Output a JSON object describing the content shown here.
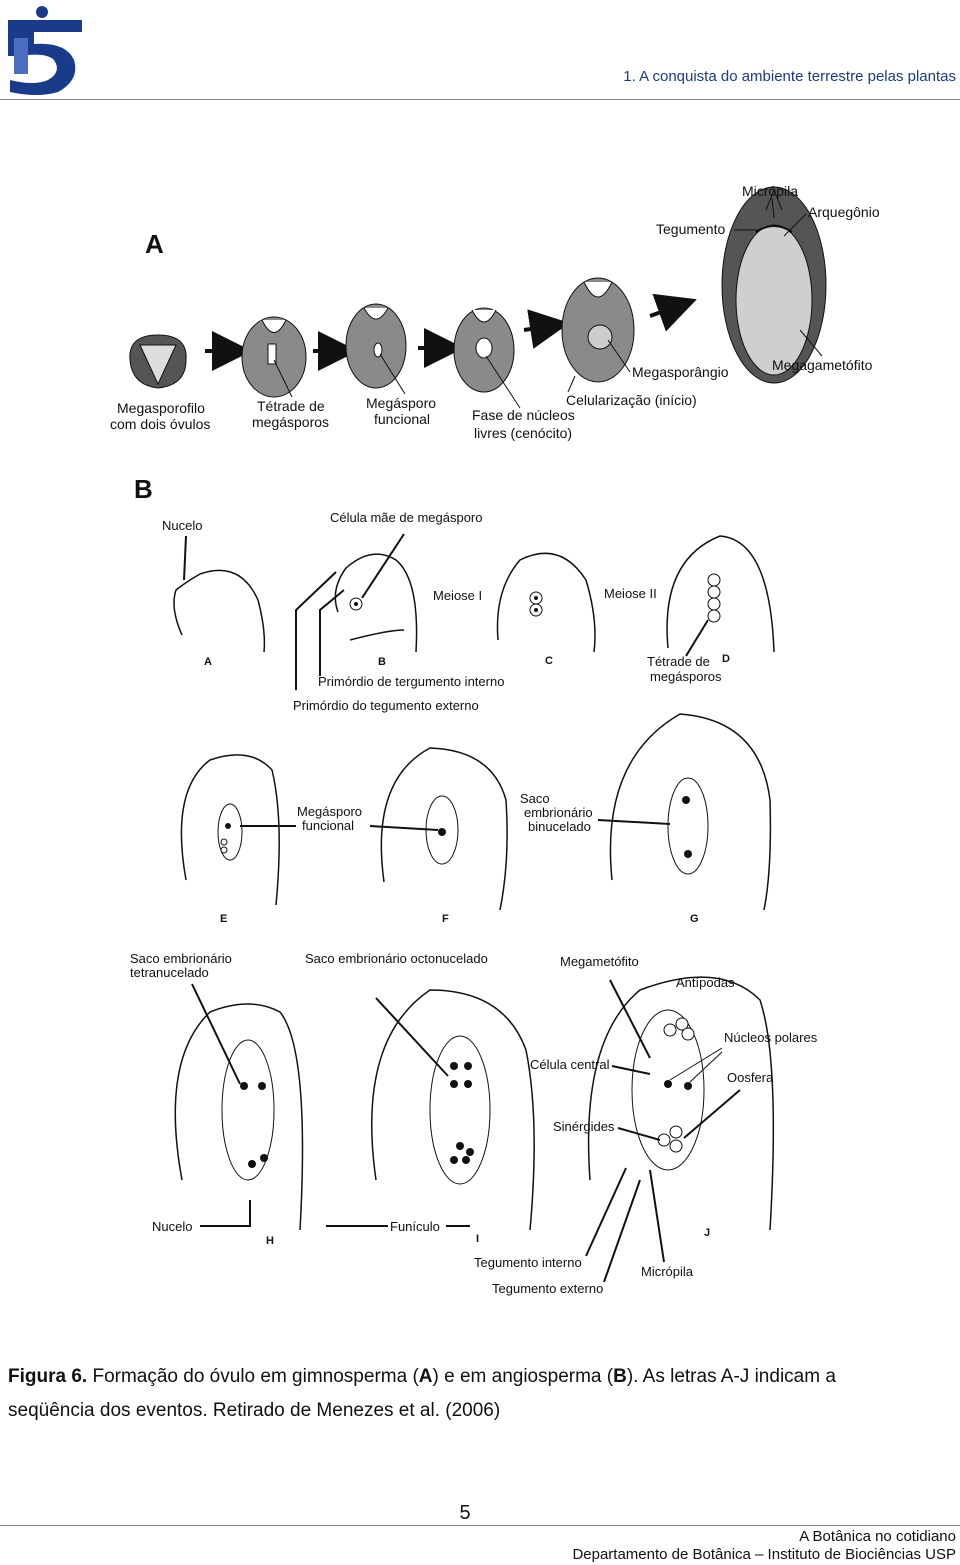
{
  "header": {
    "logo": "logo-icon",
    "title": "1. A conquista do ambiente terrestre pelas plantas"
  },
  "figure": {
    "panel_a": {
      "letter": "A",
      "labels": {
        "micropila": "Micrópila",
        "arquegonio": "Arquegônio",
        "tegumento": "Tegumento",
        "megasporangio": "Megasporângio",
        "megagametofito": "Megagametófito",
        "megasporofilo_1": "Megasporofilo",
        "megasporofilo_2": "com dois óvulos",
        "tetrade_1": "Tétrade de",
        "tetrade_2": "megásporos",
        "megasporo_1": "Megásporo",
        "megasporo_2": "funcional",
        "fase_1": "Fase de núcleos",
        "fase_2": "livres (cenócito)",
        "celularizacao": "Celularização (início)"
      }
    },
    "panel_b": {
      "letter": "B",
      "labels": {
        "nucelo_top": "Nucelo",
        "celula_mae": "Célula mãe de megásporo",
        "meiose_1": "Meiose I",
        "meiose_2": "Meiose II",
        "tetrade_1": "Tétrade de",
        "tetrade_2": "megásporos",
        "primordio_interno": "Primórdio de tergumento interno",
        "primordio_externo": "Primórdio do tegumento externo",
        "megasporo_1": "Megásporo",
        "megasporo_2": "funcional",
        "saco_1": "Saco",
        "saco_2": "embrionário",
        "saco_3": "binucelado",
        "tetranucelado_1": "Saco embrionário",
        "tetranucelado_2": "tetranucelado",
        "octonucelado": "Saco embrionário octonucelado",
        "megametofito": "Megametófito",
        "antipodas": "Antípodas",
        "nucleos_polares": "Núcleos polares",
        "celula_central": "Célula central",
        "oosfera": "Oosfera",
        "sinergides": "Sinérgides",
        "nucelo_bottom": "Nucelo",
        "funiculo": "Funículo",
        "tegumento_interno": "Tegumento interno",
        "tegumento_externo": "Tegumento externo",
        "micropila": "Micrópila"
      },
      "stage_letters": [
        "A",
        "B",
        "C",
        "D",
        "E",
        "F",
        "G",
        "H",
        "I",
        "J"
      ]
    }
  },
  "caption": {
    "label": "Figura 6.",
    "text_1": " Formação do óvulo em gimnosperma (",
    "bold_a": "A",
    "text_2": ") e em angiosperma (",
    "bold_b": "B",
    "text_3": "). As letras A-J indicam a seqüência dos eventos. Retirado de Menezes et al. (2006)"
  },
  "footer": {
    "page_number": "5",
    "line_1": "A Botânica no cotidiano",
    "line_2": "Departamento de Botânica – Instituto de Biociências USP"
  }
}
